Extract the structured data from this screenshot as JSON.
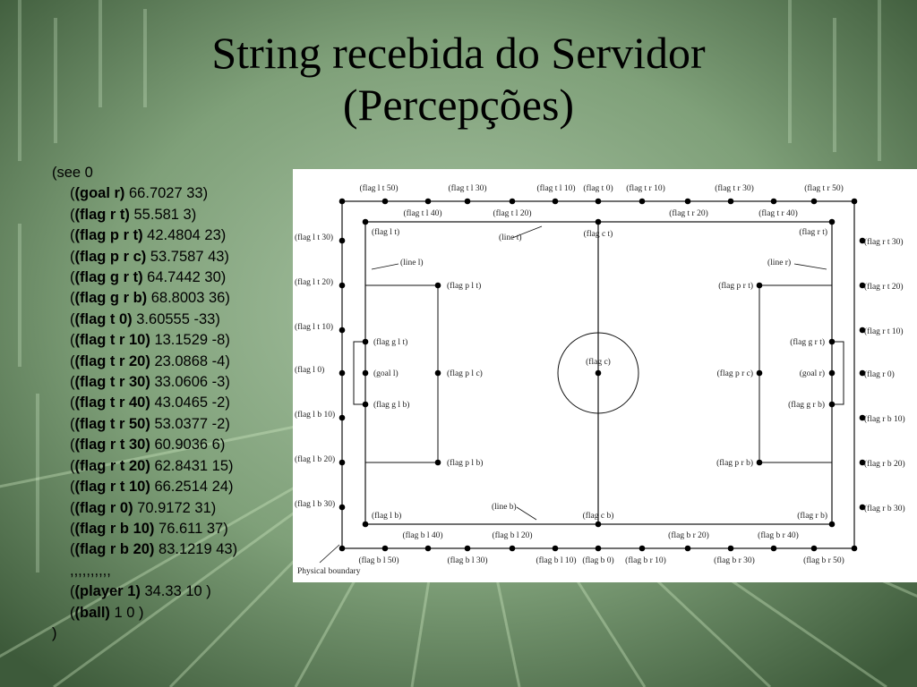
{
  "slide": {
    "title_line1": "String recebida do Servidor",
    "title_line2": "(Percepções)"
  },
  "code": {
    "open": "(see 0",
    "entries": [
      {
        "key": "goal r",
        "val": " 66.7027 33)"
      },
      {
        "key": "flag r t",
        "val": " 55.581 3)"
      },
      {
        "key": "flag p r t",
        "val": " 42.4804 23)"
      },
      {
        "key": "flag p r c",
        "val": " 53.7587 43)"
      },
      {
        "key": "flag g r t",
        "val": " 64.7442 30)"
      },
      {
        "key": "flag g r b",
        "val": " 68.8003 36)"
      },
      {
        "key": "flag t 0",
        "val": " 3.60555 -33)"
      },
      {
        "key": "flag t r 10",
        "val": " 13.1529 -8)"
      },
      {
        "key": "flag t r 20",
        "val": " 23.0868 -4)"
      },
      {
        "key": "flag t r 30",
        "val": " 33.0606 -3)"
      },
      {
        "key": "flag t r 40",
        "val": " 43.0465 -2)"
      },
      {
        "key": "flag t r 50",
        "val": " 53.0377 -2)"
      },
      {
        "key": "flag r t 30",
        "val": " 60.9036 6)"
      },
      {
        "key": "flag r t 20",
        "val": " 62.8431 15)"
      },
      {
        "key": "flag r t 10",
        "val": " 66.2514 24)"
      },
      {
        "key": "flag r 0",
        "val": " 70.9172 31)"
      },
      {
        "key": "flag r b 10",
        "val": " 76.611 37)"
      },
      {
        "key": "flag r b 20",
        "val": " 83.1219 43)"
      }
    ],
    "ellipsis": ",,,,,,,,,,",
    "tail": [
      {
        "key": "player 1",
        "val": " 34.33 10 )"
      },
      {
        "key": "ball",
        "val": " 1 0 )"
      }
    ],
    "close": ")"
  },
  "diagram": {
    "labels": {
      "top_outer": [
        "(flag l t 50)",
        "(flag t l 30)",
        "(flag t l 10)",
        "(flag t 0)",
        "(flag t r 10)",
        "(flag t r 30)",
        "(flag t r 50)"
      ],
      "top_inner": [
        "(flag t l 40)",
        "(flag t l 20)",
        "(flag t r 20)",
        "(flag t r 40)"
      ],
      "bottom_outer": [
        "(flag b l 50)",
        "(flag b l 30)",
        "(flag b l 10)",
        "(flag b 0)",
        "(flag b r 10)",
        "(flag b r 30)",
        "(flag b r 50)"
      ],
      "bottom_inner": [
        "(flag b l 40)",
        "(flag b l 20)",
        "(flag b r 20)",
        "(flag b r 40)"
      ],
      "left_outer": [
        "(flag l t 30)",
        "(flag l t 20)",
        "(flag l t 10)",
        "(flag l 0)",
        "(flag l b 10)",
        "(flag l b 20)",
        "(flag l b 30)"
      ],
      "right_outer": [
        "(flag r t 30)",
        "(flag r t 20)",
        "(flag r t 10)",
        "(flag r 0)",
        "(flag r b 10)",
        "(flag r b 20)",
        "(flag r b 30)"
      ],
      "flag_l_t": "(flag l t)",
      "flag_r_t": "(flag r t)",
      "flag_l_b": "(flag l b)",
      "flag_r_b": "(flag r b)",
      "flag_c_t": "(flag c t)",
      "flag_c_b": "(flag c b)",
      "flag_c": "(flag c)",
      "line_t": "(line t)",
      "line_b": "(line b)",
      "line_l": "(line l)",
      "line_r": "(line r)",
      "flag_p_l_t": "(flag p l t)",
      "flag_p_l_c": "(flag p l c)",
      "flag_p_l_b": "(flag p l b)",
      "flag_p_r_t": "(flag p r t)",
      "flag_p_r_c": "(flag p r c)",
      "flag_p_r_b": "(flag p r b)",
      "flag_g_l_t": "(flag g l t)",
      "goal_l": "(goal l)",
      "flag_g_l_b": "(flag g l b)",
      "flag_g_r_t": "(flag g r t)",
      "goal_r": "(goal r)",
      "flag_g_r_b": "(flag g r b)",
      "physical_boundary": "Physical boundary"
    }
  }
}
